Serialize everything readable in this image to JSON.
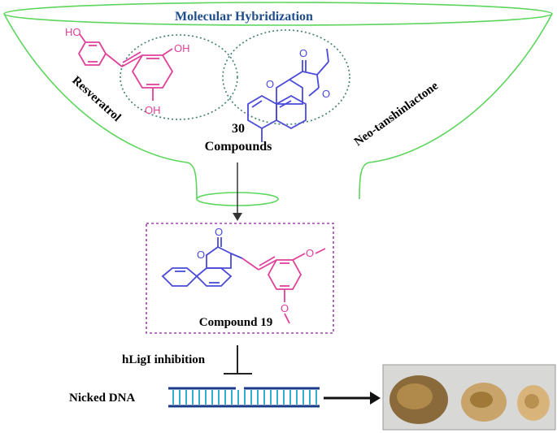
{
  "funnel": {
    "title": "Molecular Hybridization",
    "left_label": "Resveratrol",
    "right_label": "Neo-tanshinlactone",
    "center_count": "30",
    "center_label": "Compounds"
  },
  "product": {
    "label": "Compound 19"
  },
  "inhibition": {
    "label": "hLigI inhibition"
  },
  "dna": {
    "label": "Nicked DNA"
  },
  "atoms": {
    "ho_top": "HO",
    "oh_right": "OH",
    "oh_bottom": "OH",
    "o_carbonyl_right": "O",
    "o_ring_right": "O",
    "o_furan": "O",
    "o_carbonyl_product": "O",
    "o_ring_product": "O",
    "o_methoxy_1": "O",
    "o_methoxy_2": "O"
  },
  "colors": {
    "funnel": "#5cd65c",
    "title": "#1f4e8c",
    "resveratrol": "#e0409a",
    "tanshinlactone": "#4a4ad8",
    "dotted_circle": "#3f7f6f",
    "dotted_box": "#a040b0",
    "dna": "#1a3a8a",
    "dna_rungs": "#3ab0d0"
  }
}
